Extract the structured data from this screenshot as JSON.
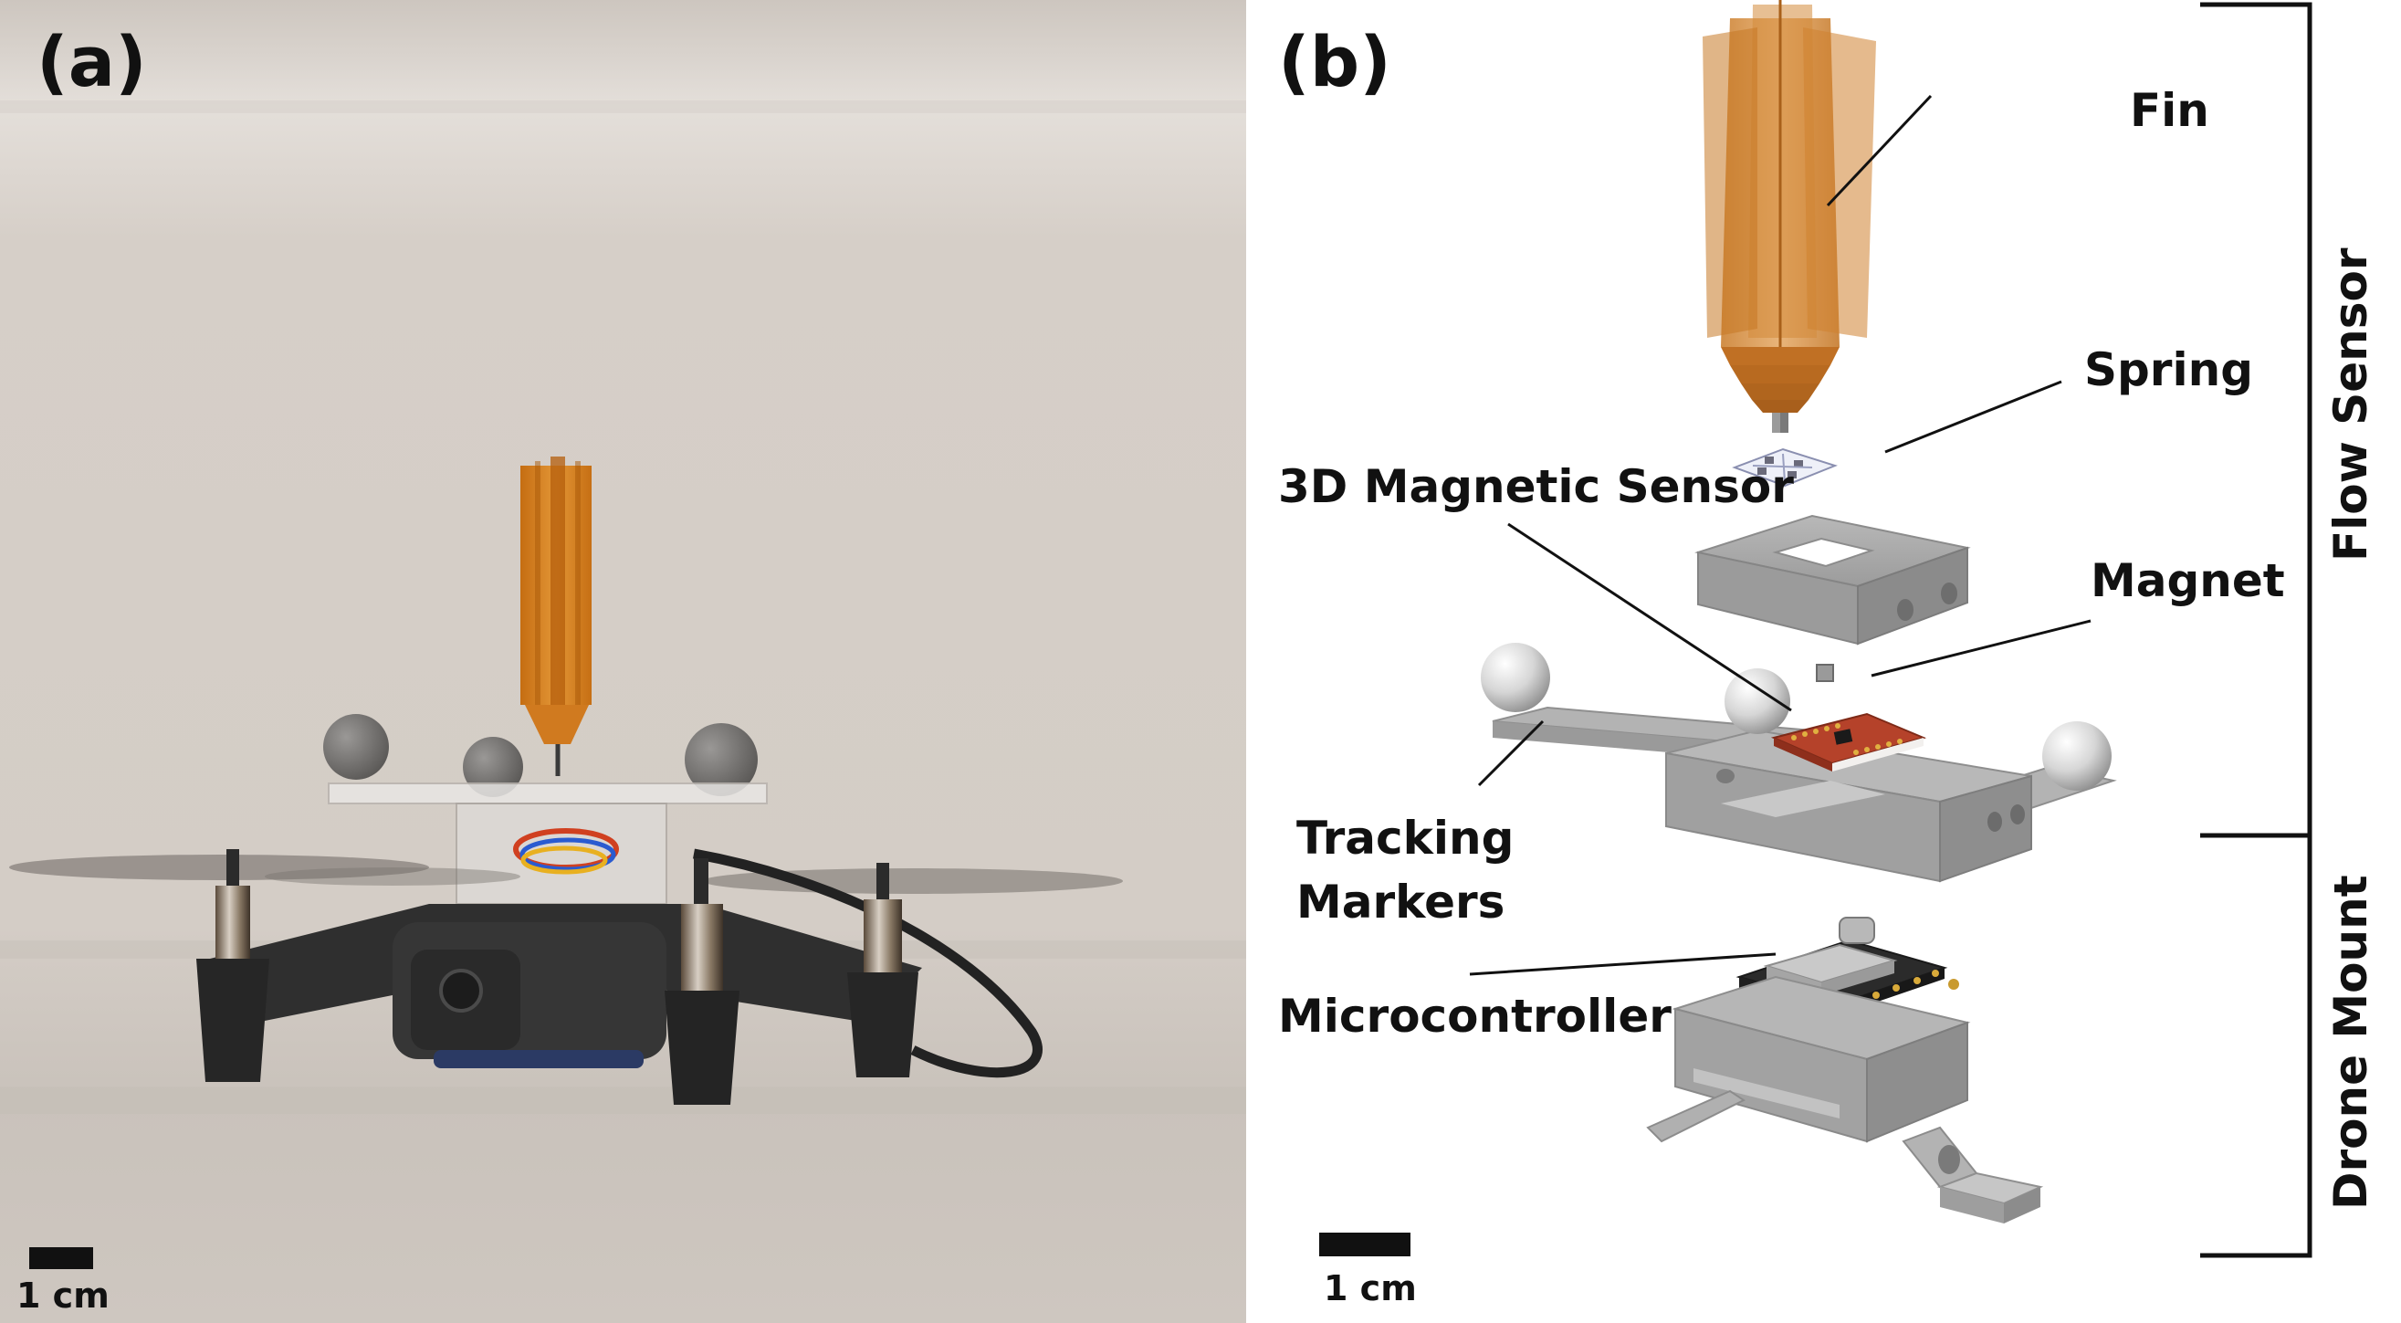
{
  "panel_a": {
    "letter": "(a)",
    "scale_bar_label": "1 cm"
  },
  "panel_b": {
    "letter": "(b)",
    "scale_bar_label": "1 cm",
    "callouts": {
      "fin": "Fin",
      "spring": "Spring",
      "magnetic_sensor": "3D Magnetic Sensor",
      "magnet": "Magnet",
      "tracking_markers_line1": "Tracking",
      "tracking_markers_line2": "Markers",
      "microcontroller": "Microcontroller"
    },
    "groups": {
      "flow_sensor": "Flow Sensor",
      "drone_mount": "Drone Mount"
    }
  },
  "colors": {
    "fin_orange": "#d98a2b",
    "housing_gray": "#a9a9a9",
    "pcb_red": "#b5422a",
    "background_photo": "#d3ccc5"
  }
}
